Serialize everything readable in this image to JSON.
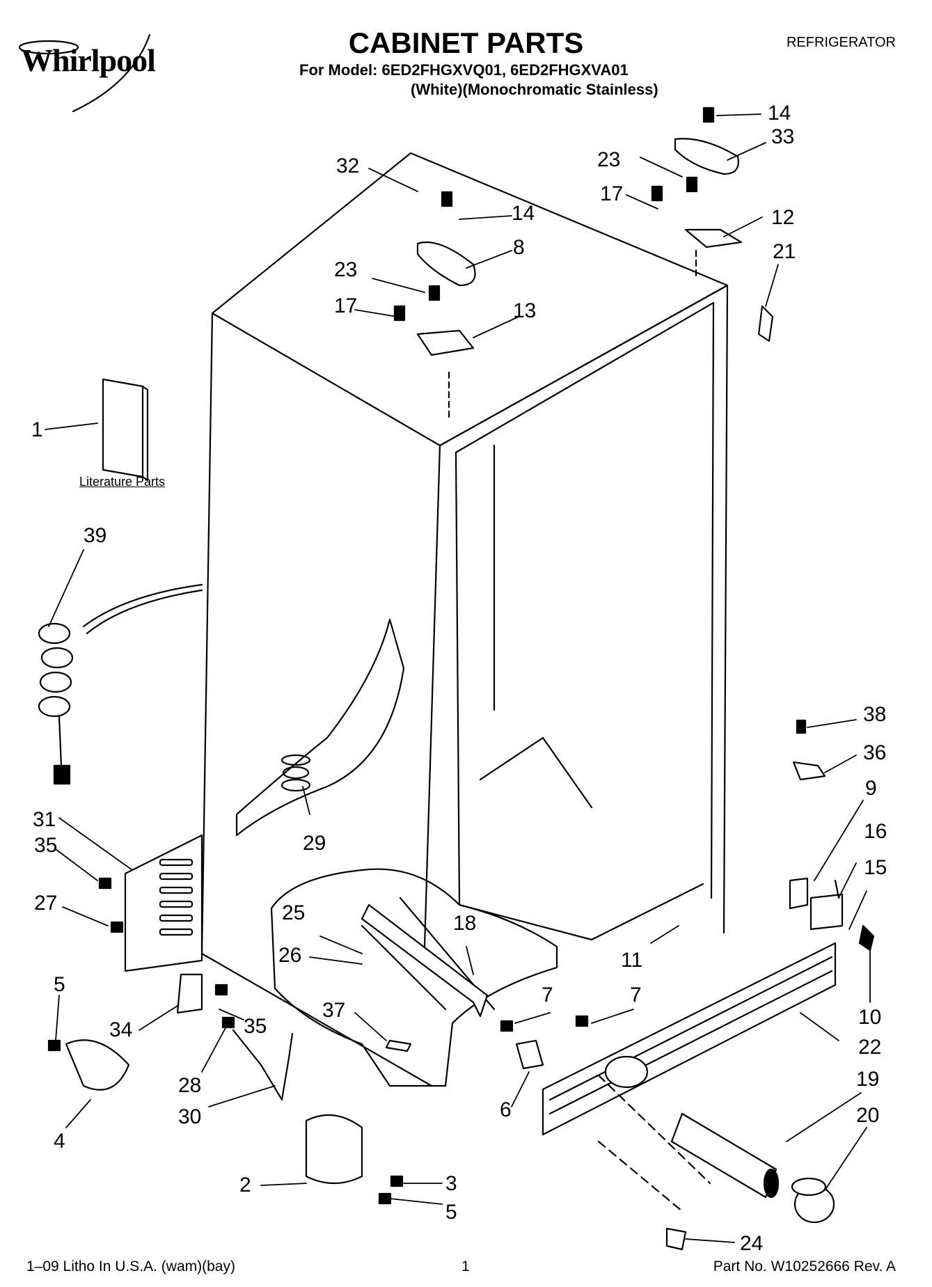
{
  "header": {
    "brand": "Whirlpool",
    "title": "CABINET PARTS",
    "category": "REFRIGERATOR",
    "model_line1": "For Model: 6ED2FHGXVQ01, 6ED2FHGXVA01",
    "model_line2": "(White)(Monochromatic Stainless)"
  },
  "literature_caption": "Literature Parts",
  "callouts": [
    "14",
    "33",
    "23",
    "17",
    "12",
    "21",
    "32",
    "14",
    "8",
    "23",
    "17",
    "13",
    "1",
    "39",
    "38",
    "36",
    "9",
    "16",
    "15",
    "31",
    "35",
    "29",
    "27",
    "25",
    "18",
    "26",
    "11",
    "10",
    "5",
    "7",
    "7",
    "22",
    "37",
    "34",
    "35",
    "28",
    "19",
    "6",
    "20",
    "30",
    "4",
    "2",
    "3",
    "5",
    "24"
  ],
  "footer": {
    "left": "1–09 Litho In U.S.A. (wam)(bay)",
    "page": "1",
    "right": "Part No. W10252666 Rev. A"
  }
}
